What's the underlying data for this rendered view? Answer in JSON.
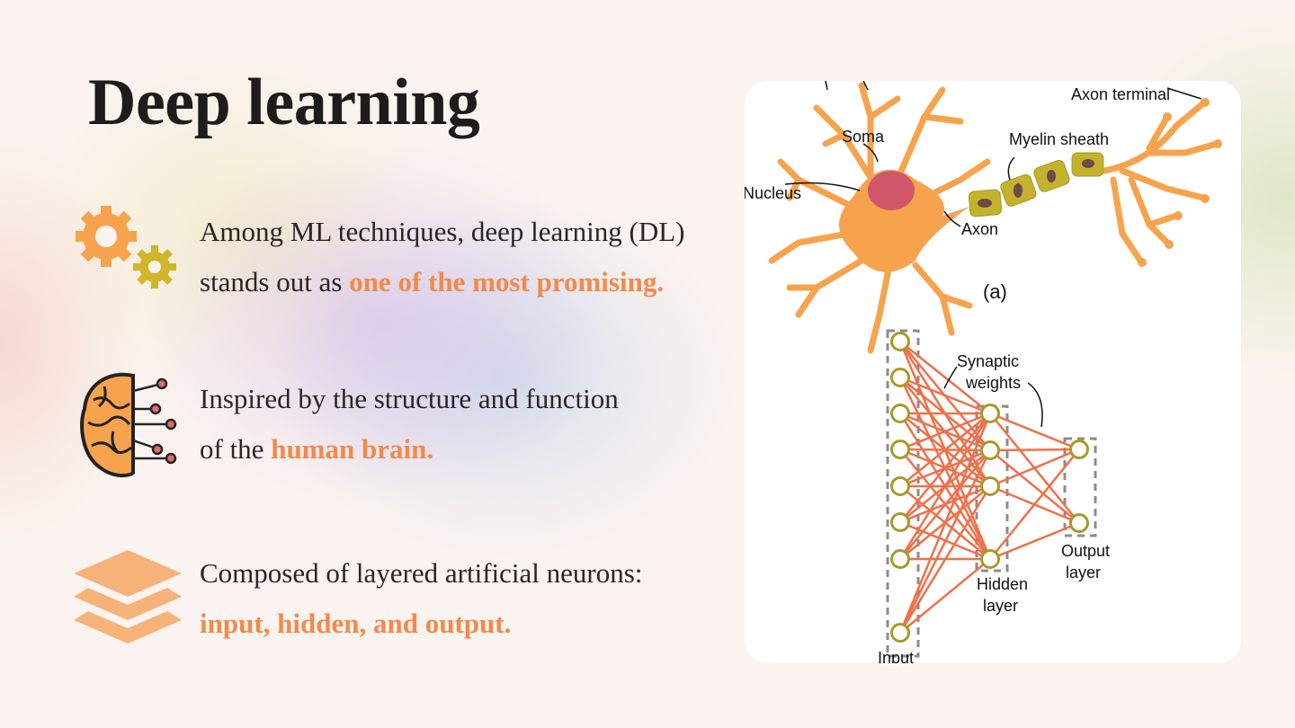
{
  "slide": {
    "title": "Deep learning",
    "points": [
      {
        "icon": "gears-icon",
        "text": "Among ML techniques, deep learning (DL)",
        "text2": "stands out as ",
        "highlight": "one of the most promising."
      },
      {
        "icon": "brain-circuit-icon",
        "text": "Inspired by the structure and function",
        "text2": "of the ",
        "highlight": "human brain."
      },
      {
        "icon": "layers-icon",
        "text": "Composed of layered artificial neurons:",
        "text2": "",
        "highlight": "input, hidden, and output."
      }
    ]
  },
  "figure": {
    "neuron_labels": {
      "soma": "Soma",
      "nucleus": "Nucleus",
      "axon": "Axon",
      "myelin": "Myelin sheath",
      "terminal": "Axon terminal",
      "caption": "(a)"
    },
    "network_labels": {
      "synaptic": "Synaptic",
      "weights": "weights",
      "hidden1": "Hidden",
      "hidden2": "layer",
      "output1": "Output",
      "output2": "layer",
      "input": "Input"
    }
  },
  "colors": {
    "accent": "#f4894a",
    "edge": "#f0704a",
    "node": "#a89a2a"
  }
}
